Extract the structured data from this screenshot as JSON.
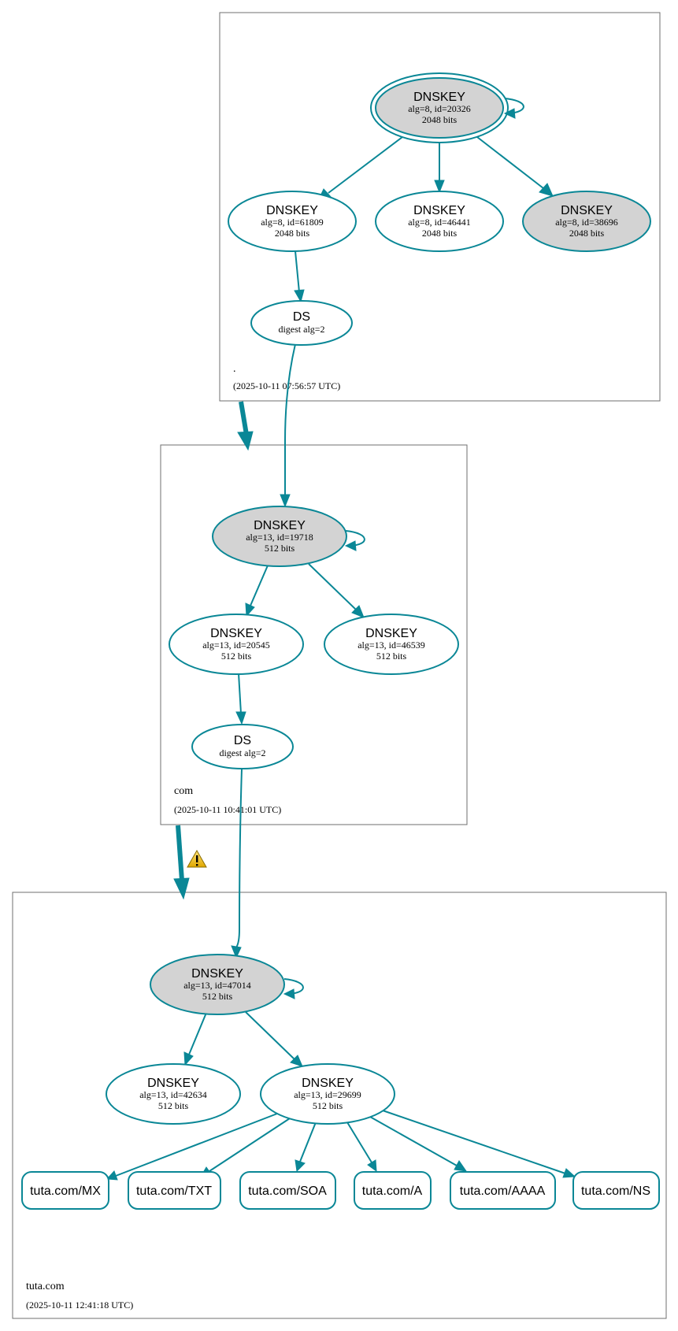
{
  "colors": {
    "edge": "#0a8796",
    "ksk_fill": "#d3d3d3",
    "zsk_fill": "#ffffff",
    "zone_border": "#6f6f6f",
    "warning": "#f2c94c"
  },
  "zones": {
    "root": {
      "name": ".",
      "timestamp": "(2025-10-11 07:56:57 UTC)"
    },
    "com": {
      "name": "com",
      "timestamp": "(2025-10-11 10:41:01 UTC)"
    },
    "tuta": {
      "name": "tuta.com",
      "timestamp": "(2025-10-11 12:41:18 UTC)"
    }
  },
  "nodes": {
    "root_ksk": {
      "title": "DNSKEY",
      "line1": "alg=8, id=20326",
      "line2": "2048 bits"
    },
    "root_zsk1": {
      "title": "DNSKEY",
      "line1": "alg=8, id=61809",
      "line2": "2048 bits"
    },
    "root_zsk2": {
      "title": "DNSKEY",
      "line1": "alg=8, id=46441",
      "line2": "2048 bits"
    },
    "root_ksk2": {
      "title": "DNSKEY",
      "line1": "alg=8, id=38696",
      "line2": "2048 bits"
    },
    "root_ds": {
      "title": "DS",
      "line1": "digest alg=2"
    },
    "com_ksk": {
      "title": "DNSKEY",
      "line1": "alg=13, id=19718",
      "line2": "512 bits"
    },
    "com_zsk1": {
      "title": "DNSKEY",
      "line1": "alg=13, id=20545",
      "line2": "512 bits"
    },
    "com_zsk2": {
      "title": "DNSKEY",
      "line1": "alg=13, id=46539",
      "line2": "512 bits"
    },
    "com_ds": {
      "title": "DS",
      "line1": "digest alg=2"
    },
    "tuta_ksk": {
      "title": "DNSKEY",
      "line1": "alg=13, id=47014",
      "line2": "512 bits"
    },
    "tuta_zsk1": {
      "title": "DNSKEY",
      "line1": "alg=13, id=42634",
      "line2": "512 bits"
    },
    "tuta_zsk2": {
      "title": "DNSKEY",
      "line1": "alg=13, id=29699",
      "line2": "512 bits"
    }
  },
  "rrsets": {
    "mx": "tuta.com/MX",
    "txt": "tuta.com/TXT",
    "soa": "tuta.com/SOA",
    "a": "tuta.com/A",
    "aaaa": "tuta.com/AAAA",
    "ns": "tuta.com/NS"
  },
  "warning_icon": "warning-triangle-icon"
}
